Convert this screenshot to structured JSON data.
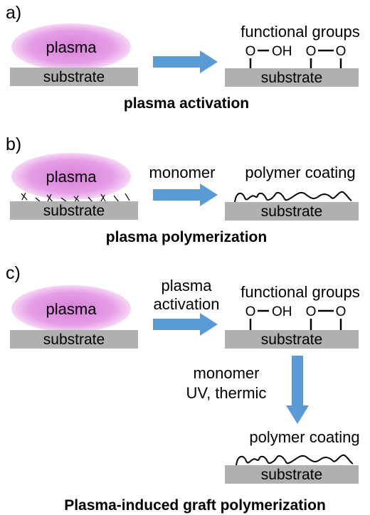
{
  "panels": {
    "a": {
      "letter": "a)",
      "plasma": "plasma",
      "substrate_left": "substrate",
      "substrate_right": "substrate",
      "functional_groups": "functional groups",
      "group_o1": "O",
      "group_oh": "OH",
      "group_o2": "O",
      "group_o3": "O",
      "caption": "plasma activation"
    },
    "b": {
      "letter": "b)",
      "plasma": "plasma",
      "substrate_left": "substrate",
      "substrate_right": "substrate",
      "arrow_label": "monomer",
      "polymer_coating": "polymer coating",
      "caption": "plasma polymerization"
    },
    "c": {
      "letter": "c)",
      "plasma": "plasma",
      "substrate_left": "substrate",
      "substrate_right": "substrate",
      "substrate_bottom": "substrate",
      "arrow_label_line1": "plasma",
      "arrow_label_line2": "activation",
      "functional_groups": "functional groups",
      "group_o1": "O",
      "group_oh": "OH",
      "group_o2": "O",
      "group_o3": "O",
      "down_label_line1": "monomer",
      "down_label_line2": "UV, thermic",
      "polymer_coating": "polymer coating",
      "caption": "Plasma-induced graft polymerization"
    }
  },
  "colors": {
    "plasma_fill": "#e59ee6",
    "plasma_glow": "#f4cdf4",
    "substrate": "#b0b0b0",
    "arrow": "#5b9bd5"
  }
}
